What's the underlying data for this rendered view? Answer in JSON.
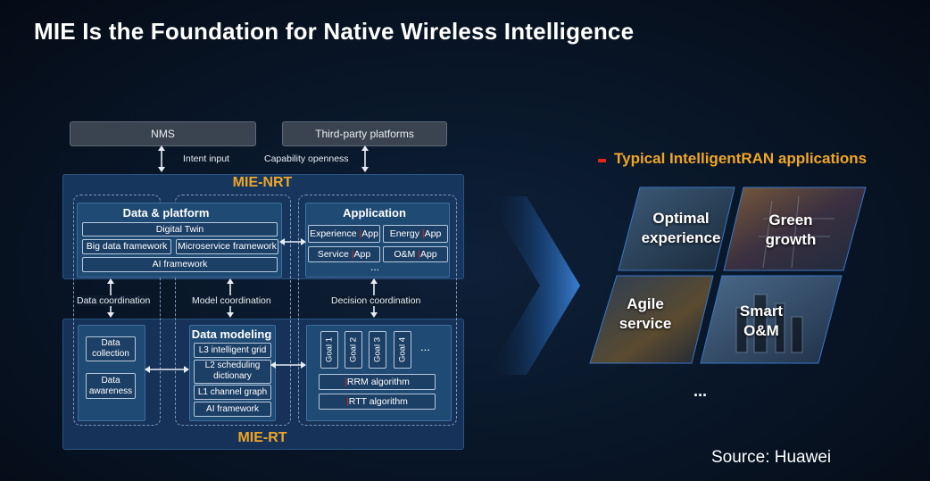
{
  "title": "MIE Is the Foundation for Native Wireless Intelligence",
  "top": {
    "nms": "NMS",
    "third_party": "Third-party platforms",
    "intent_input": "Intent input",
    "capability_openness": "Capability openness"
  },
  "nrt": {
    "label": "MIE-NRT",
    "data_platform": {
      "title": "Data & platform",
      "digital_twin": "Digital Twin",
      "big_data": "Big data framework",
      "microservice": "Microservice framework",
      "ai_framework": "AI framework"
    },
    "application": {
      "title": "Application",
      "items": [
        "Experience ",
        "Energy ",
        "Service ",
        "O&M "
      ],
      "app_suffix": "App",
      "more": "..."
    }
  },
  "coordination": {
    "data": "Data coordination",
    "model": "Model coordination",
    "decision": "Decision coordination"
  },
  "rt": {
    "label": "MIE-RT",
    "data_collection": "Data collection",
    "data_awareness": "Data awareness",
    "modeling": {
      "title": "Data modeling",
      "l3": "L3 intelligent grid",
      "l2": "L2 scheduling dictionary",
      "l1": "L1 channel graph",
      "ai": "AI framework"
    },
    "goals": [
      "Goal 1",
      "Goal 2",
      "Goal 3",
      "Goal 4"
    ],
    "goals_more": "...",
    "rrm": "RRM algorithm",
    "rtt": "RTT algorithm"
  },
  "applications": {
    "heading": "Typical IntelligentRAN applications",
    "tiles": [
      "Optimal experience",
      "Green growth",
      "Agile service",
      "Smart O&M"
    ],
    "more": "..."
  },
  "source": "Source: Huawei",
  "colors": {
    "accent_orange": "#f0a526",
    "marker_red": "#e0261b",
    "panel_blue": "#16365e"
  }
}
